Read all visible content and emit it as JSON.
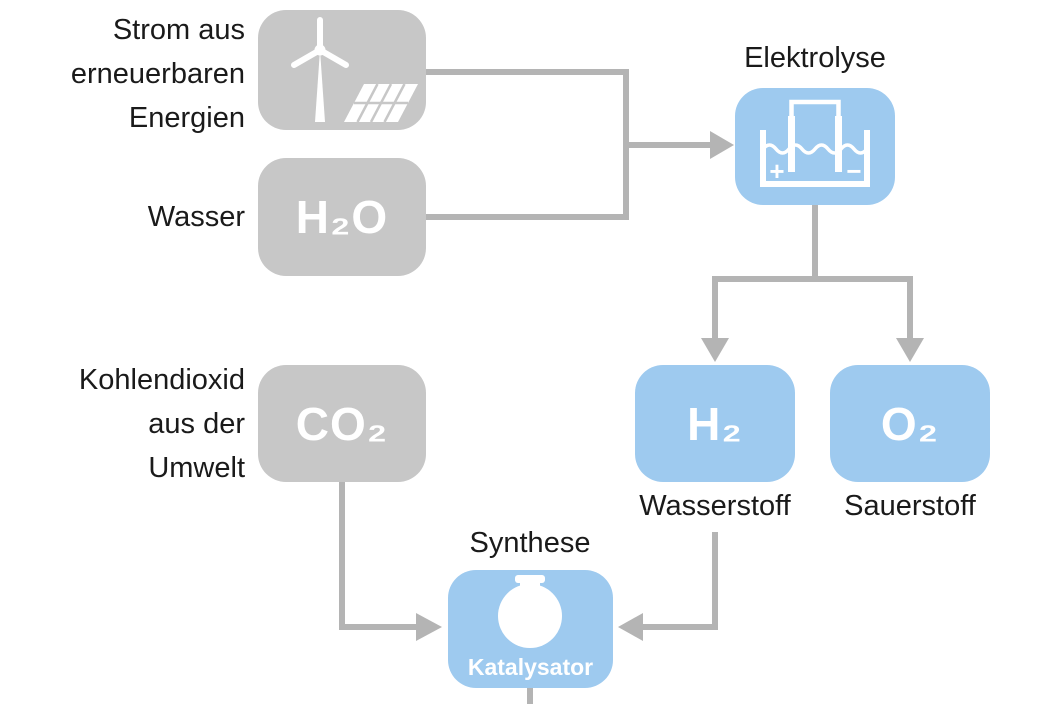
{
  "colors": {
    "gray_box": "#c7c7c7",
    "blue_box": "#9ecaef",
    "arrow": "#b4b4b4",
    "text": "#1a1a1a",
    "box_text": "#ffffff"
  },
  "nodes": {
    "strom": {
      "label": "Strom aus\nerneuerbaren\nEnergien",
      "icon": "wind-turbine-and-solar-panel"
    },
    "wasser": {
      "label": "Wasser",
      "formula": "H₂O"
    },
    "elektrolyse": {
      "label": "Elektrolyse",
      "icon": "electrolysis-cell",
      "plus": "+",
      "minus": "−"
    },
    "wasserstoff": {
      "label": "Wasserstoff",
      "formula": "H₂"
    },
    "sauerstoff": {
      "label": "Sauerstoff",
      "formula": "O₂"
    },
    "kohlendioxid": {
      "label": "Kohlendioxid\naus der\nUmwelt",
      "formula": "CO₂"
    },
    "synthese": {
      "label": "Synthese",
      "box_label": "Katalysator",
      "icon": "round-flask"
    }
  }
}
